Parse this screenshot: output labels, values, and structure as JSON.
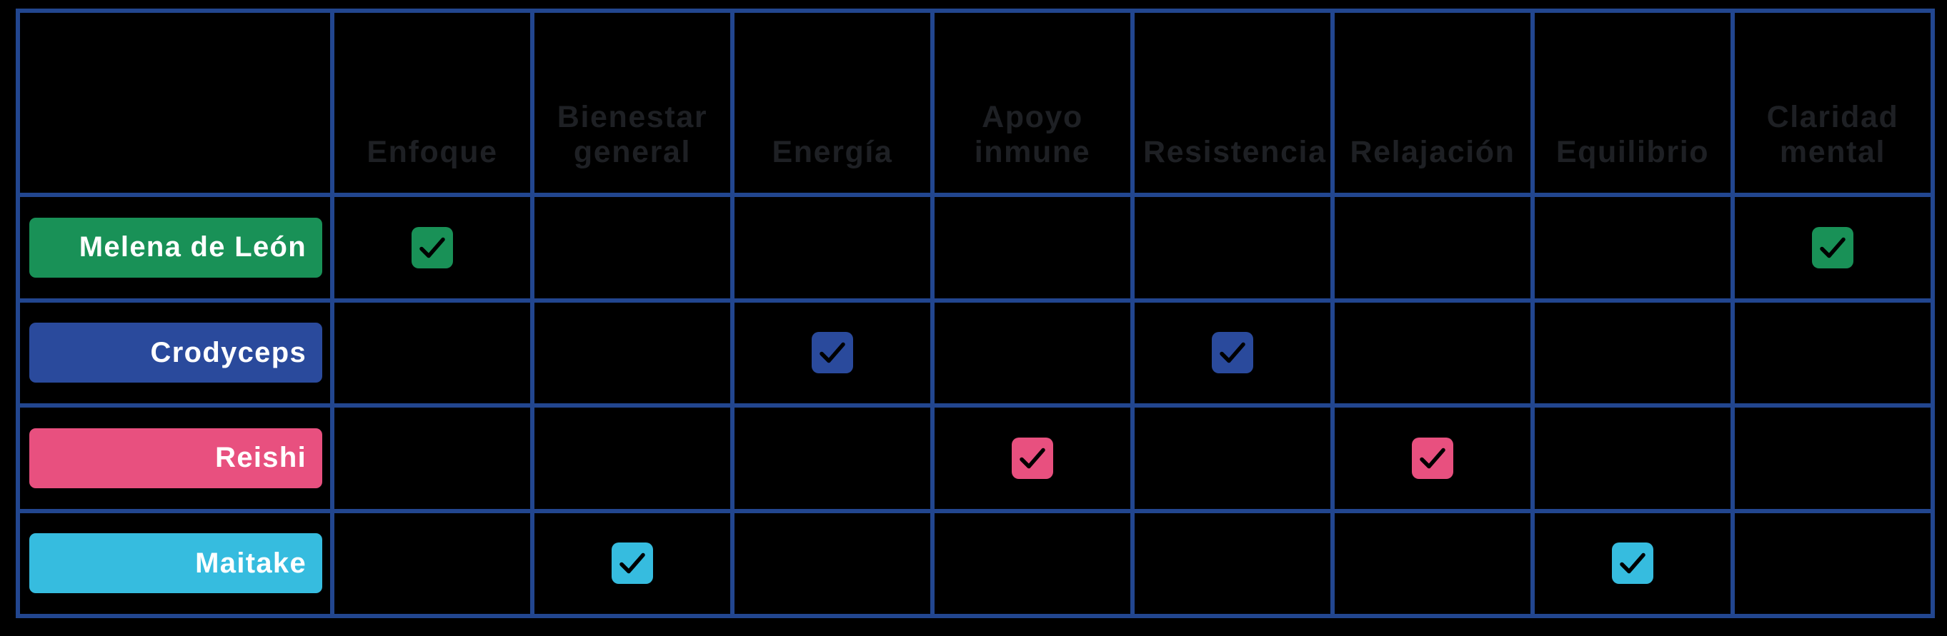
{
  "theme": {
    "background": "#000000",
    "grid_line_color": "#22468f",
    "header_text_color": "#1e2024",
    "pill_text_color": "#ffffff",
    "check_mark_color": "#000000"
  },
  "table": {
    "corner_label": "",
    "column_headers": [
      "Enfoque",
      "Bienestar\ngeneral",
      "Energía",
      "Apoyo\ninmune",
      "Resistencia",
      "Relajación",
      "Equilibrio",
      "Claridad\nmental"
    ],
    "rows": [
      {
        "label": "Melena de León",
        "color": "#199157",
        "checks": [
          true,
          false,
          false,
          false,
          false,
          false,
          false,
          true
        ]
      },
      {
        "label": "Crodyceps",
        "color": "#2a4a9c",
        "checks": [
          false,
          false,
          true,
          false,
          true,
          false,
          false,
          false
        ]
      },
      {
        "label": "Reishi",
        "color": "#e8507f",
        "checks": [
          false,
          false,
          false,
          true,
          false,
          true,
          false,
          false
        ]
      },
      {
        "label": "Maitake",
        "color": "#36bcdf",
        "checks": [
          false,
          true,
          false,
          false,
          false,
          false,
          true,
          false
        ]
      }
    ],
    "check_icon_name": "check-icon"
  }
}
